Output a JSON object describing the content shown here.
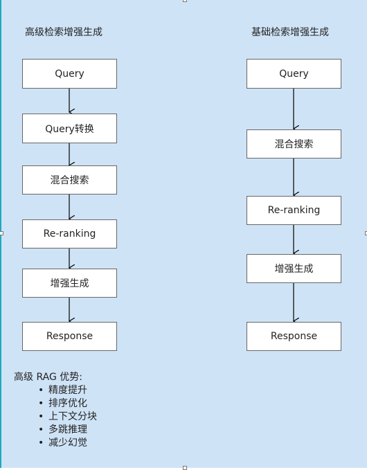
{
  "left_column": {
    "title": "高级检索增强生成",
    "steps": [
      "Query",
      "Query转换",
      "混合搜索",
      "Re-ranking",
      "增强生成",
      "Response"
    ]
  },
  "right_column": {
    "title": "基础检索增强生成",
    "steps": [
      "Query",
      "混合搜索",
      "Re-ranking",
      "增强生成",
      "Response"
    ]
  },
  "advantages": {
    "heading": "高级 RAG 优势:",
    "items": [
      "精度提升",
      "排序优化",
      "上下文分块",
      "多跳推理",
      "减少幻觉"
    ]
  },
  "colors": {
    "background": "#cfe3f6",
    "box_fill": "#ffffff",
    "box_border": "#666666",
    "arrow": "#000000",
    "left_edge": "#1fa8bf"
  }
}
